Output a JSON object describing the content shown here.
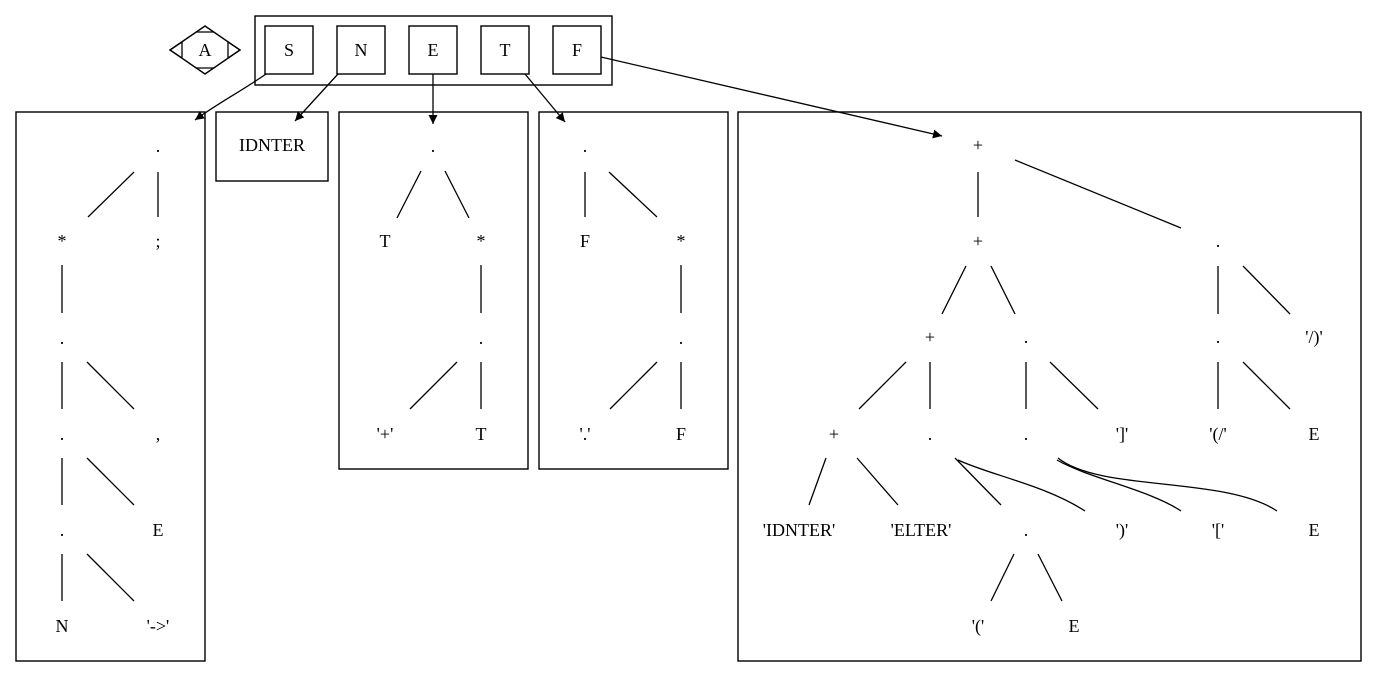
{
  "header": {
    "start_label": "A",
    "symbols": [
      "S",
      "N",
      "E",
      "T",
      "F"
    ]
  },
  "ident_box": {
    "label": "IDNTER"
  },
  "trees": {
    "s": {
      "n1": ".",
      "n2": "*",
      "n3": ";",
      "n4": ".",
      "n5": ".",
      "n6": ",",
      "n7": ".",
      "n8": "E",
      "n9": "N",
      "n10": "'->'"
    },
    "e": {
      "n1": ".",
      "n2": "T",
      "n3": "*",
      "n4": ".",
      "n5": "'+'",
      "n6": "T"
    },
    "t": {
      "n1": ".",
      "n2": "F",
      "n3": "*",
      "n4": ".",
      "n5": "'.'",
      "n6": "F"
    },
    "f": {
      "n1": "+",
      "n2": "+",
      "n3": ".",
      "n4": "+",
      "n5": ".",
      "n6": ".",
      "n7": "'/)'",
      "n8": "+",
      "n9": ".",
      "n10": ".",
      "n11": "']'",
      "n12": "'(/'",
      "n13": "E",
      "n14": "'IDNTER'",
      "n15": "'ELTER'",
      "n16": "')'",
      "n17": "'['",
      "n18": "E",
      "n19": ".",
      "n20": "'('",
      "n21": "E"
    }
  }
}
